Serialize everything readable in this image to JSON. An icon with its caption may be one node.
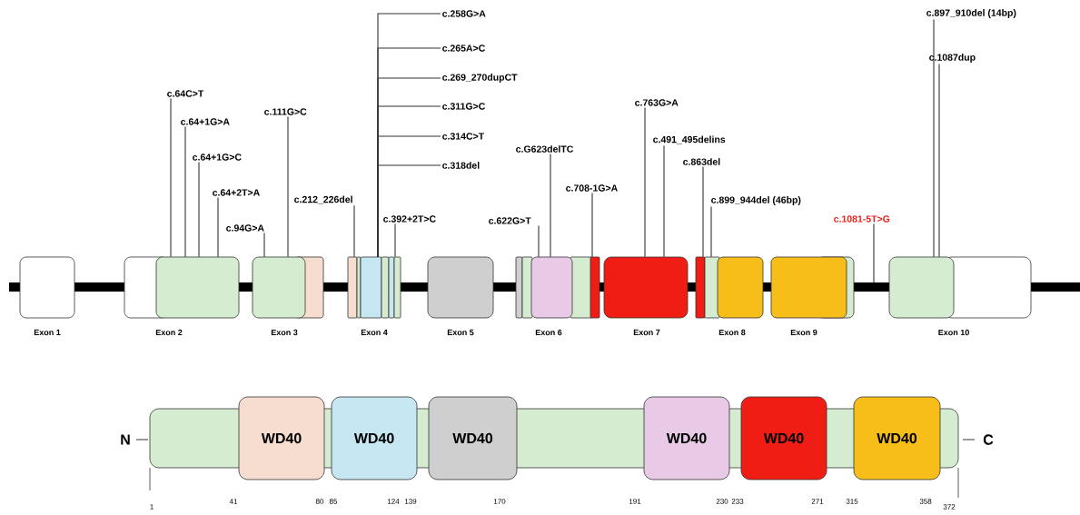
{
  "diagram": {
    "nodes": [
      {
        "text": [
          "Exon 1"
        ]
      },
      {
        "text": [
          "Exon 2"
        ]
      },
      {
        "text": [
          "Exon 3"
        ]
      },
      {
        "text": [
          "Exon 4"
        ]
      },
      {
        "text": [
          "Exon 5"
        ]
      },
      {
        "text": [
          "Exon 6"
        ]
      },
      {
        "text": [
          "Exon 7"
        ]
      },
      {
        "text": [
          "Exon 8"
        ]
      },
      {
        "text": [
          "Exon 9"
        ]
      },
      {
        "text": [
          "Exon 10"
        ]
      },
      {
        "text": [
          "c.64C>T"
        ]
      },
      {
        "text": [
          "c.64+1G>A"
        ]
      },
      {
        "text": [
          "c.64+1G>C"
        ]
      },
      {
        "text": [
          "c.64+2T>A"
        ]
      },
      {
        "text": [
          "c.94G>A"
        ]
      },
      {
        "text": [
          "c.111G>C"
        ]
      },
      {
        "text": [
          "c.212_226del"
        ]
      },
      {
        "text": [
          "c.258G>A"
        ]
      },
      {
        "text": [
          "c.265A>C"
        ]
      },
      {
        "text": [
          "c.269_270dupCT"
        ]
      },
      {
        "text": [
          "c.311G>C"
        ]
      },
      {
        "text": [
          "c.314C>T"
        ]
      },
      {
        "text": [
          "c.318del"
        ]
      },
      {
        "text": [
          "c.392+2T>C"
        ]
      },
      {
        "text": [
          "c.622G>T"
        ]
      },
      {
        "text": [
          "c.G623delTC"
        ]
      },
      {
        "text": [
          "c.708-1G>A"
        ]
      },
      {
        "text": [
          "c.763G>A"
        ]
      },
      {
        "text": [
          "c.491_495delins"
        ]
      },
      {
        "text": [
          "c.863del"
        ]
      },
      {
        "text": [
          "c.899_944del (46bp)"
        ]
      },
      {
        "text": [
          "c.1081-5T>G"
        ]
      },
      {
        "text": [
          "c.897_910del (14bp)"
        ]
      },
      {
        "text": [
          "c.1087dup"
        ]
      },
      {
        "text": [],
        "shape": "bar"
      },
      {
        "text": [
          "WD40"
        ]
      },
      {
        "text": [
          "WD40"
        ]
      },
      {
        "text": [
          "WD40"
        ]
      },
      {
        "text": [
          "WD40"
        ]
      },
      {
        "text": [
          "WD40"
        ]
      },
      {
        "text": [
          "WD40"
        ]
      }
    ],
    "edges": [
      {
        "from": 10,
        "to": 1,
        "arrow": "none"
      },
      {
        "from": 11,
        "to": 1,
        "arrow": "none"
      },
      {
        "from": 12,
        "to": 1,
        "arrow": "none"
      },
      {
        "from": 13,
        "to": 1,
        "arrow": "none"
      },
      {
        "from": 14,
        "to": 2,
        "arrow": "none"
      },
      {
        "from": 15,
        "to": 2,
        "arrow": "none"
      },
      {
        "from": 16,
        "to": 3,
        "arrow": "none"
      },
      {
        "from": 17,
        "to": 3,
        "arrow": "none"
      },
      {
        "from": 18,
        "to": 3,
        "arrow": "none"
      },
      {
        "from": 19,
        "to": 3,
        "arrow": "none"
      },
      {
        "from": 20,
        "to": 3,
        "arrow": "none"
      },
      {
        "from": 21,
        "to": 3,
        "arrow": "none"
      },
      {
        "from": 22,
        "to": 3,
        "arrow": "none"
      },
      {
        "from": 23,
        "to": 3,
        "arrow": "none"
      },
      {
        "from": 24,
        "to": 5,
        "arrow": "none"
      },
      {
        "from": 25,
        "to": 5,
        "arrow": "none"
      },
      {
        "from": 26,
        "to": 5,
        "arrow": "none"
      },
      {
        "from": 27,
        "to": 6,
        "arrow": "none"
      },
      {
        "from": 28,
        "to": 6,
        "arrow": "none"
      },
      {
        "from": 29,
        "to": 7,
        "arrow": "none"
      },
      {
        "from": 30,
        "to": 7,
        "arrow": "none"
      },
      {
        "from": 31,
        "to": null,
        "arrow": "none"
      },
      {
        "from": 32,
        "to": 9,
        "arrow": "none"
      },
      {
        "from": 33,
        "to": 9,
        "arrow": "none"
      }
    ],
    "labels": [
      "N",
      "C",
      "1",
      "41",
      "80",
      "85",
      "124",
      "139",
      "170",
      "191",
      "230",
      "233",
      "271",
      "315",
      "358",
      "372"
    ]
  }
}
